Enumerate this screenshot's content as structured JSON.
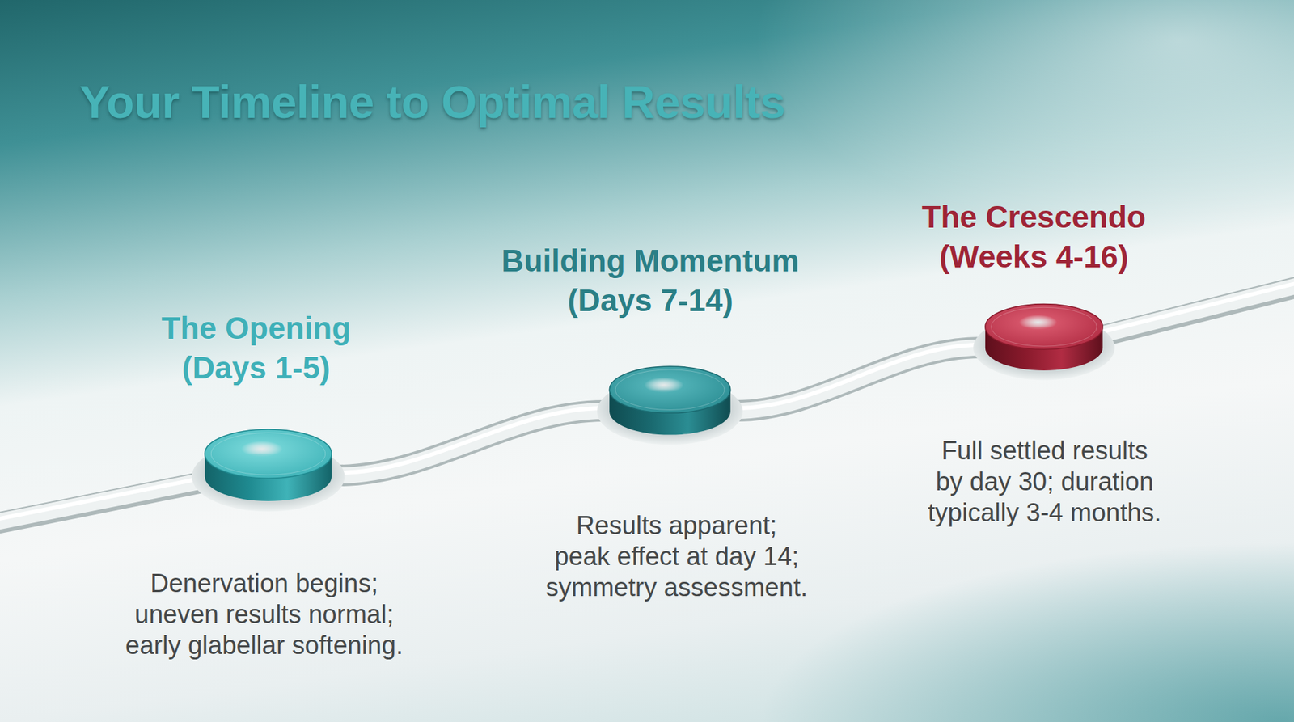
{
  "diagram": {
    "title": "Your Timeline to Optimal Results",
    "nodes": [
      {
        "text": [
          "The Opening (Days 1-5)",
          "Denervation begins; uneven results normal; early glabellar softening."
        ]
      },
      {
        "text": [
          "Building Momentum (Days 7-14)",
          "Results apparent; peak effect at day 14; symmetry assessment."
        ]
      },
      {
        "text": [
          "The Crescendo (Weeks 4-16)",
          "Full settled results by day 30; duration typically 3-4 months."
        ]
      }
    ],
    "edges": [
      {
        "from": 0,
        "to": 1,
        "arrow": "none"
      },
      {
        "from": 1,
        "to": 2,
        "arrow": "none"
      }
    ]
  }
}
